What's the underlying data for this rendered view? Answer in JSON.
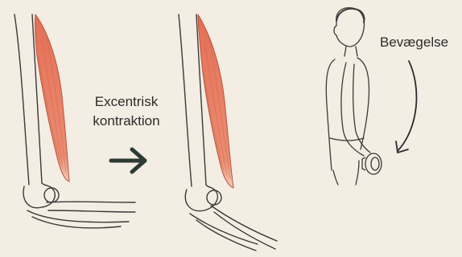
{
  "labels": {
    "contraction_line1": "Excentrisk",
    "contraction_line2": "kontraktion",
    "movement": "Bevægelse"
  },
  "colors": {
    "background": "#f3ede3",
    "muscle": "#e8806a",
    "muscle_dark": "#c95c48",
    "bone_line": "#3a3a3a",
    "arrow": "#2c3a35"
  },
  "icons": {
    "transition_arrow": "right-arrow-icon",
    "movement_arrow": "curved-arrow-down-icon"
  }
}
